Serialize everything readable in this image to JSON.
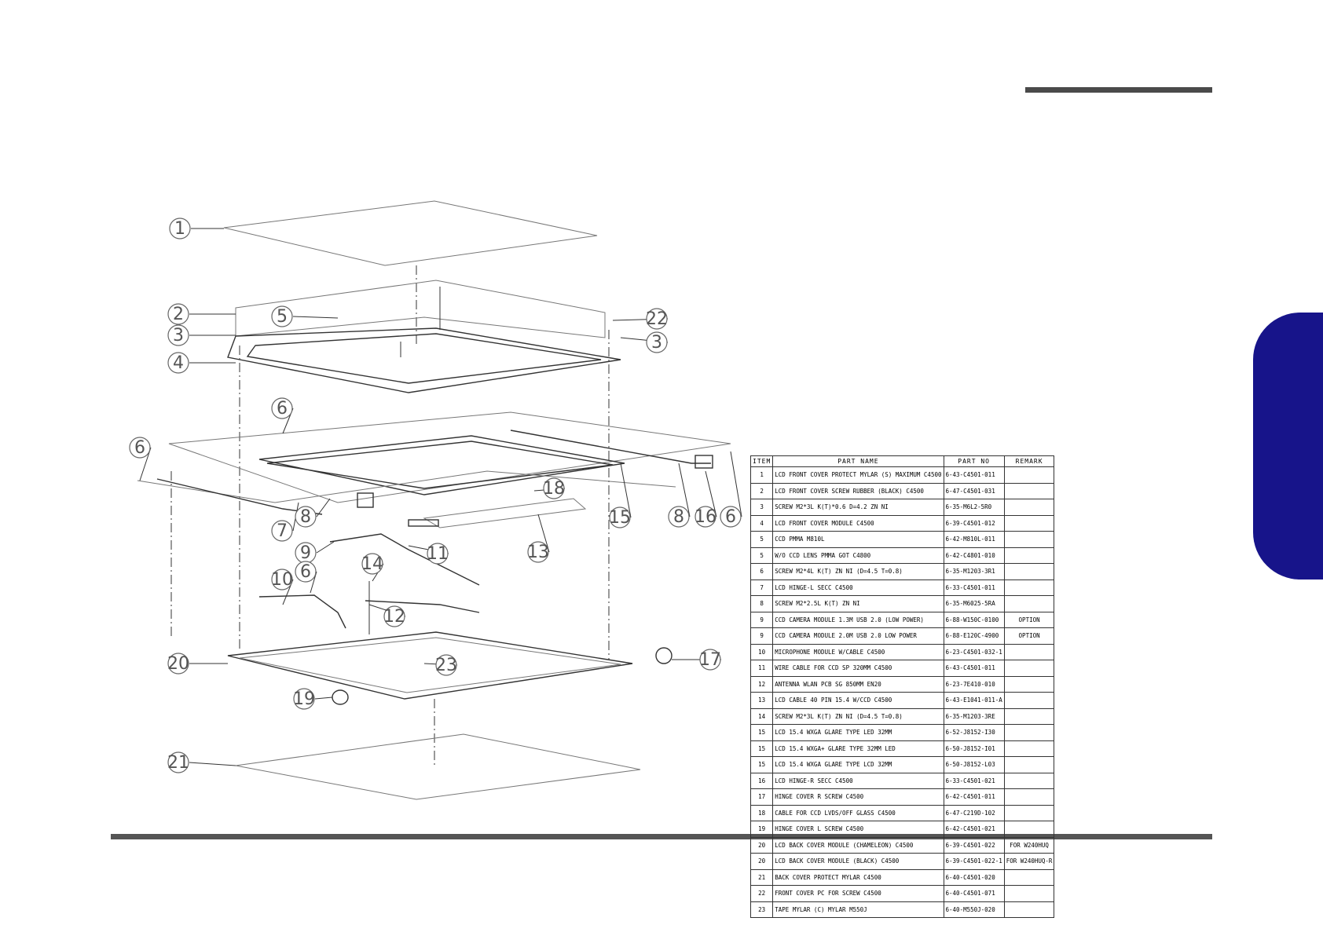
{
  "header": {
    "rule_color": "#4a4a4a"
  },
  "side_tab": {
    "color": "#17148a"
  },
  "callouts": [
    "1",
    "2",
    "3",
    "4",
    "5",
    "22",
    "3",
    "6",
    "6",
    "7",
    "8",
    "9",
    "10",
    "6",
    "11",
    "12",
    "13",
    "14",
    "15",
    "8",
    "16",
    "6",
    "17",
    "18",
    "19",
    "20",
    "21",
    "23"
  ],
  "bom": {
    "headers": {
      "item": "ITEM",
      "name": "PART NAME",
      "no": "PART NO",
      "remark": "REMARK"
    },
    "rows": [
      {
        "item": "1",
        "name": "LCD FRONT COVER PROTECT MYLAR (S) MAXIMUM C4500",
        "no": "6-43-C4501-011",
        "remark": ""
      },
      {
        "item": "2",
        "name": "LCD FRONT COVER SCREW RUBBER (BLACK) C4500",
        "no": "6-47-C4501-031",
        "remark": ""
      },
      {
        "item": "3",
        "name": "SCREW M2*3L K(T)*0.6 D=4.2 ZN NI",
        "no": "6-35-M6L2-5R0",
        "remark": ""
      },
      {
        "item": "4",
        "name": "LCD FRONT COVER MODULE C4500",
        "no": "6-39-C4501-012",
        "remark": ""
      },
      {
        "item": "5",
        "name": "CCD PMMA M810L",
        "no": "6-42-M810L-011",
        "remark": ""
      },
      {
        "item": "5",
        "name": "W/O CCD LENS PMMA GOT C4800",
        "no": "6-42-C4801-010",
        "remark": ""
      },
      {
        "item": "6",
        "name": "SCREW M2*4L K(T) ZN NI (D=4.5 T=0.8)",
        "no": "6-35-M1203-3R1",
        "remark": ""
      },
      {
        "item": "7",
        "name": "LCD HINGE-L SECC C4500",
        "no": "6-33-C4501-011",
        "remark": ""
      },
      {
        "item": "8",
        "name": "SCREW M2*2.5L K(T) ZN NI",
        "no": "6-35-M6025-5RA",
        "remark": ""
      },
      {
        "item": "9",
        "name": "CCD CAMERA MODULE 1.3M USB 2.0 (LOW POWER)",
        "no": "6-88-W150C-0100",
        "remark": "OPTION"
      },
      {
        "item": "9",
        "name": "CCD CAMERA MODULE 2.0M USB 2.0 LOW POWER",
        "no": "6-88-E120C-4900",
        "remark": "OPTION"
      },
      {
        "item": "10",
        "name": "MICROPHONE MODULE W/CABLE C4500",
        "no": "6-23-C4501-032-1",
        "remark": ""
      },
      {
        "item": "11",
        "name": "WIRE CABLE FOR CCD SP 320MM C4500",
        "no": "6-43-C4501-011",
        "remark": ""
      },
      {
        "item": "12",
        "name": "ANTENNA WLAN PCB SG 850MM EN20",
        "no": "6-23-7E410-010",
        "remark": ""
      },
      {
        "item": "13",
        "name": "LCD CABLE 40 PIN 15.4 W/CCD C4500",
        "no": "6-43-E1041-011-A",
        "remark": ""
      },
      {
        "item": "14",
        "name": "SCREW M2*3L K(T) ZN NI (D=4.5 T=0.8)",
        "no": "6-35-M1203-3RE",
        "remark": ""
      },
      {
        "item": "15",
        "name": "LCD 15.4 WXGA GLARE TYPE LED 32MM",
        "no": "6-52-J8152-I30",
        "remark": ""
      },
      {
        "item": "15",
        "name": "LCD 15.4 WXGA+ GLARE TYPE 32MM LED",
        "no": "6-50-J8152-I01",
        "remark": ""
      },
      {
        "item": "15",
        "name": "LCD 15.4 WXGA GLARE TYPE LCD 32MM",
        "no": "6-50-J8152-L03",
        "remark": ""
      },
      {
        "item": "16",
        "name": "LCD HINGE-R SECC C4500",
        "no": "6-33-C4501-021",
        "remark": ""
      },
      {
        "item": "17",
        "name": "HINGE COVER R SCREW C4500",
        "no": "6-42-C4501-011",
        "remark": ""
      },
      {
        "item": "18",
        "name": "CABLE FOR CCD LVDS/OFF GLASS C4500",
        "no": "6-47-C219D-102",
        "remark": ""
      },
      {
        "item": "19",
        "name": "HINGE COVER L SCREW C4500",
        "no": "6-42-C4501-021",
        "remark": ""
      },
      {
        "item": "20",
        "name": "LCD BACK COVER MODULE (CHAMELEON) C4500",
        "no": "6-39-C4501-022",
        "remark": "FOR W240HUQ"
      },
      {
        "item": "20",
        "name": "LCD BACK COVER MODULE (BLACK) C4500",
        "no": "6-39-C4501-022-1",
        "remark": "FOR W240HUQ-R"
      },
      {
        "item": "21",
        "name": "BACK COVER PROTECT MYLAR C4500",
        "no": "6-40-C4501-020",
        "remark": ""
      },
      {
        "item": "22",
        "name": "FRONT COVER PC FOR SCREW C4500",
        "no": "6-40-C4501-071",
        "remark": ""
      },
      {
        "item": "23",
        "name": "TAPE MYLAR (C) MYLAR M550J",
        "no": "6-40-M550J-020",
        "remark": ""
      }
    ]
  }
}
